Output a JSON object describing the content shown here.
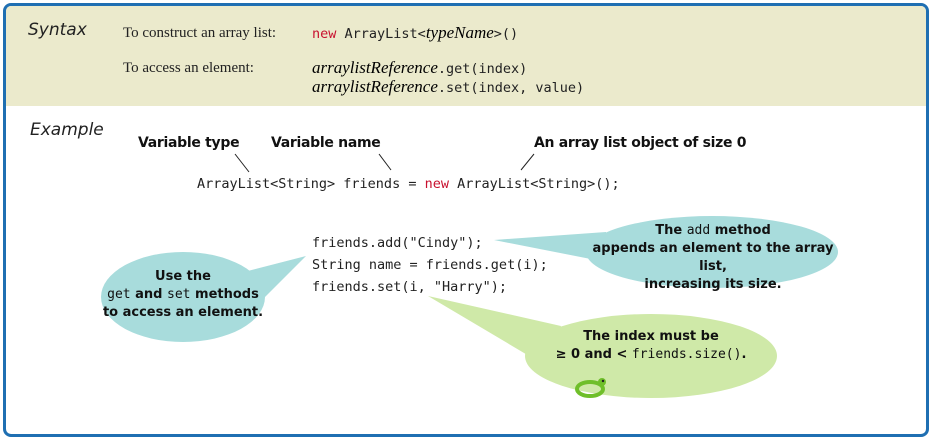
{
  "syntax": {
    "heading": "Syntax",
    "construct_label": "To construct an array list:",
    "construct_kw": "new",
    "construct_pre": "ArrayList<",
    "construct_type": "typeName",
    "construct_post": ">()",
    "access_label": "To access an element:",
    "ref_name": "arraylistReference",
    "get_call": ".get(index)",
    "set_call": ".set(index, value)"
  },
  "example": {
    "heading": "Example",
    "annotation_type": "Variable type",
    "annotation_name": "Variable name",
    "annotation_object": "An array list object of size 0",
    "decl_left": "ArrayList<String> friends = ",
    "decl_kw": "new",
    "decl_right": " ArrayList<String>();",
    "line1": "friends.add(\"Cindy\");",
    "line2": "String name = friends.get(i);",
    "line3": "friends.set(i, \"Harry\");"
  },
  "bubbles": {
    "add": {
      "pre": "The",
      "code": "add",
      "post": "method",
      "line2": "appends an element to the array list,",
      "line3": "increasing its size."
    },
    "getset": {
      "line1a": "Use the",
      "code1": "get",
      "and": "and",
      "code2": "set",
      "post": "methods",
      "line3": "to access an element."
    },
    "index": {
      "line1": "The index must be",
      "ge": "≥",
      "zero": "0",
      "and": "and",
      "lt": "<",
      "code": "friends.size()",
      "end": "."
    }
  },
  "colors": {
    "border": "#1f6fb2",
    "syntax_bg": "#ebeacc",
    "keyword": "#c8102e",
    "bubble_teal": "#a8dcdc",
    "bubble_green": "#cfe9a8"
  }
}
